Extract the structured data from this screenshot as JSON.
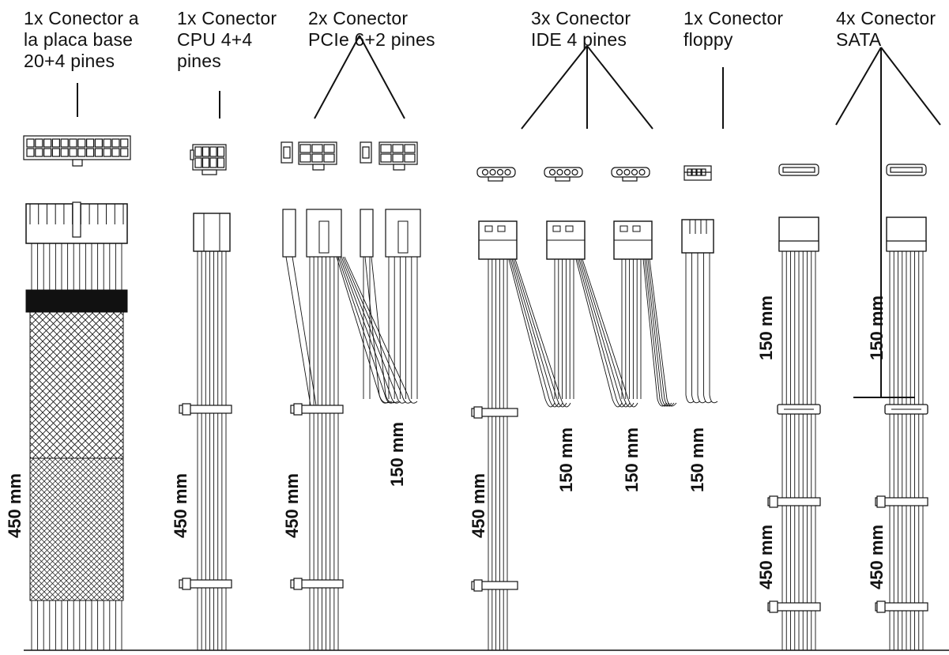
{
  "colors": {
    "line": "#111111",
    "background": "#ffffff"
  },
  "connectors": [
    {
      "id": "mb",
      "title": "1x Conector a\nla placa base\n20+4 pines",
      "lengths": [
        "450 mm"
      ]
    },
    {
      "id": "cpu",
      "title": "1x Conector\nCPU 4+4\npines",
      "lengths": [
        "450 mm"
      ]
    },
    {
      "id": "pcie",
      "title": "2x Conector\nPCIe 6+2 pines",
      "lengths": [
        "450 mm",
        "150 mm"
      ]
    },
    {
      "id": "ide",
      "title": "3x Conector\nIDE 4 pines",
      "lengths": [
        "450 mm",
        "150 mm",
        "150 mm"
      ]
    },
    {
      "id": "floppy",
      "title": "1x Conector\nfloppy",
      "lengths": [
        "150 mm"
      ]
    },
    {
      "id": "sata",
      "title": "4x Conector\nSATA",
      "lengths": [
        "150 mm",
        "450 mm",
        "150 mm",
        "450 mm"
      ]
    }
  ]
}
